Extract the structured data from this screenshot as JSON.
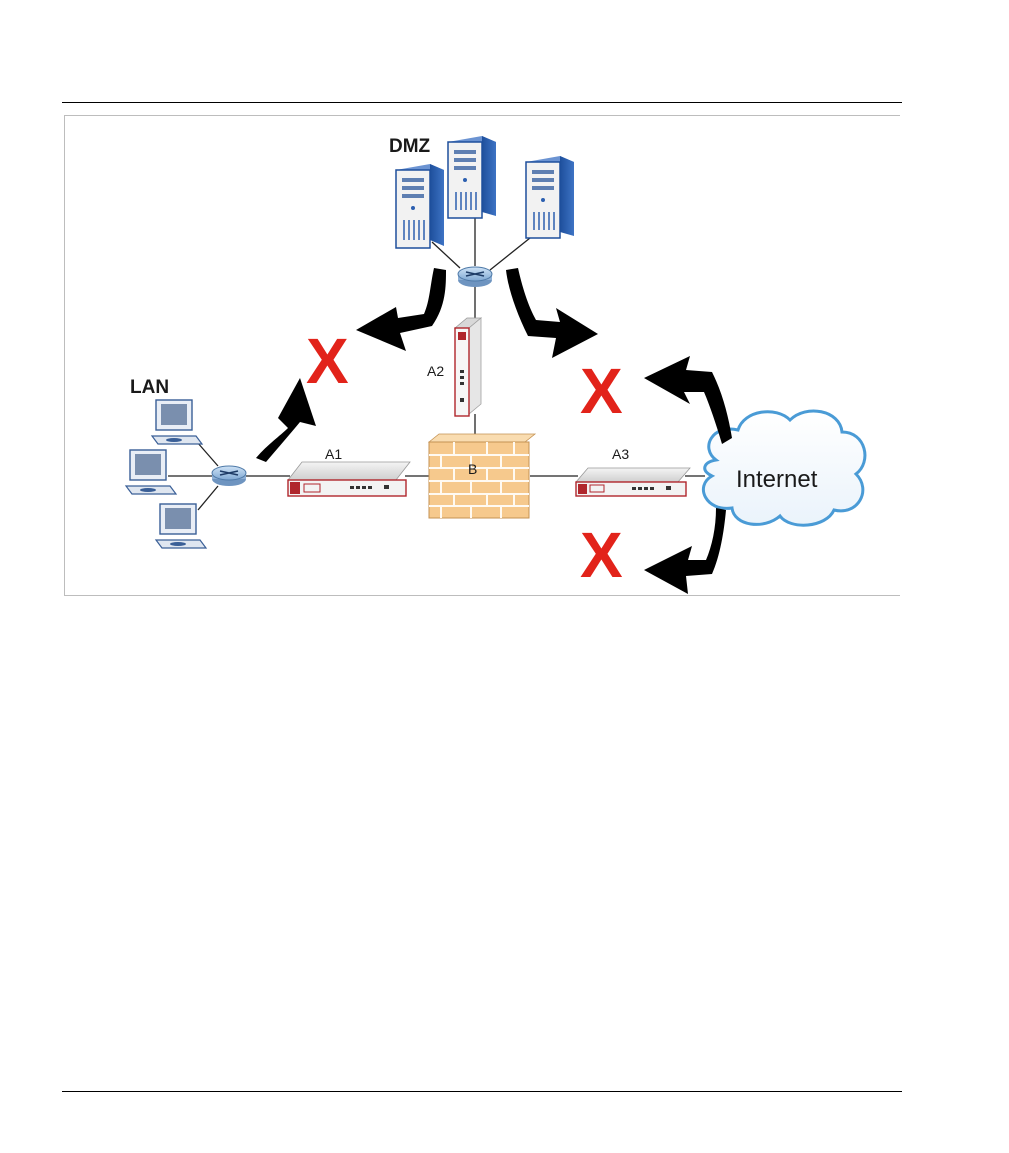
{
  "diagram": {
    "labels": {
      "dmz": "DMZ",
      "lan": "LAN",
      "a1": "A1",
      "a2": "A2",
      "a3": "A3",
      "b": "B",
      "internet": "Internet"
    },
    "blocked_mark": "X",
    "colors": {
      "blocked": "#e2231a",
      "arrow": "#000000",
      "server_blue": "#2c5fb0",
      "firewall_brick": "#f6c98d",
      "device_red": "#b0262c",
      "cloud_outline": "#4a9bd6"
    },
    "icons": {
      "server": "server-icon",
      "switch": "switch-icon",
      "pc": "computer-icon",
      "firewall": "firewall-icon",
      "router": "router-icon",
      "cloud": "cloud-icon"
    }
  }
}
